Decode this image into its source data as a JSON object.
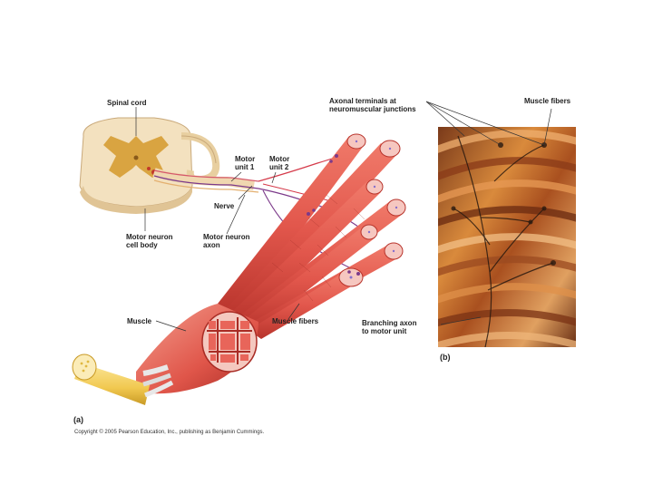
{
  "figure": {
    "labels": {
      "spinal_cord": "Spinal cord",
      "motor_unit_1": "Motor\nunit 1",
      "motor_unit_2": "Motor\nunit 2",
      "nerve": "Nerve",
      "motor_neuron_cell_body": "Motor neuron\ncell body",
      "motor_neuron_axon": "Motor neuron\naxon",
      "muscle": "Muscle",
      "muscle_fibers_a": "Muscle fibers",
      "axonal_terminals": "Axonal terminals at\nneuromuscular junctions",
      "muscle_fibers_b": "Muscle fibers",
      "branching_axon": "Branching axon\nto motor unit"
    },
    "panel_a": "(a)",
    "panel_b": "(b)",
    "copyright": "Copyright © 2005 Pearson Education, Inc., publishing as Benjamin Cummings."
  },
  "colors": {
    "muscle_red": "#e2574c",
    "muscle_dark": "#b8342c",
    "spinal_cream": "#f3e1bf",
    "gray_matter": "#d9a441",
    "tendon_yellow": "#f4d060",
    "micro_orange": "#c8692a",
    "leader_line": "#333333"
  }
}
